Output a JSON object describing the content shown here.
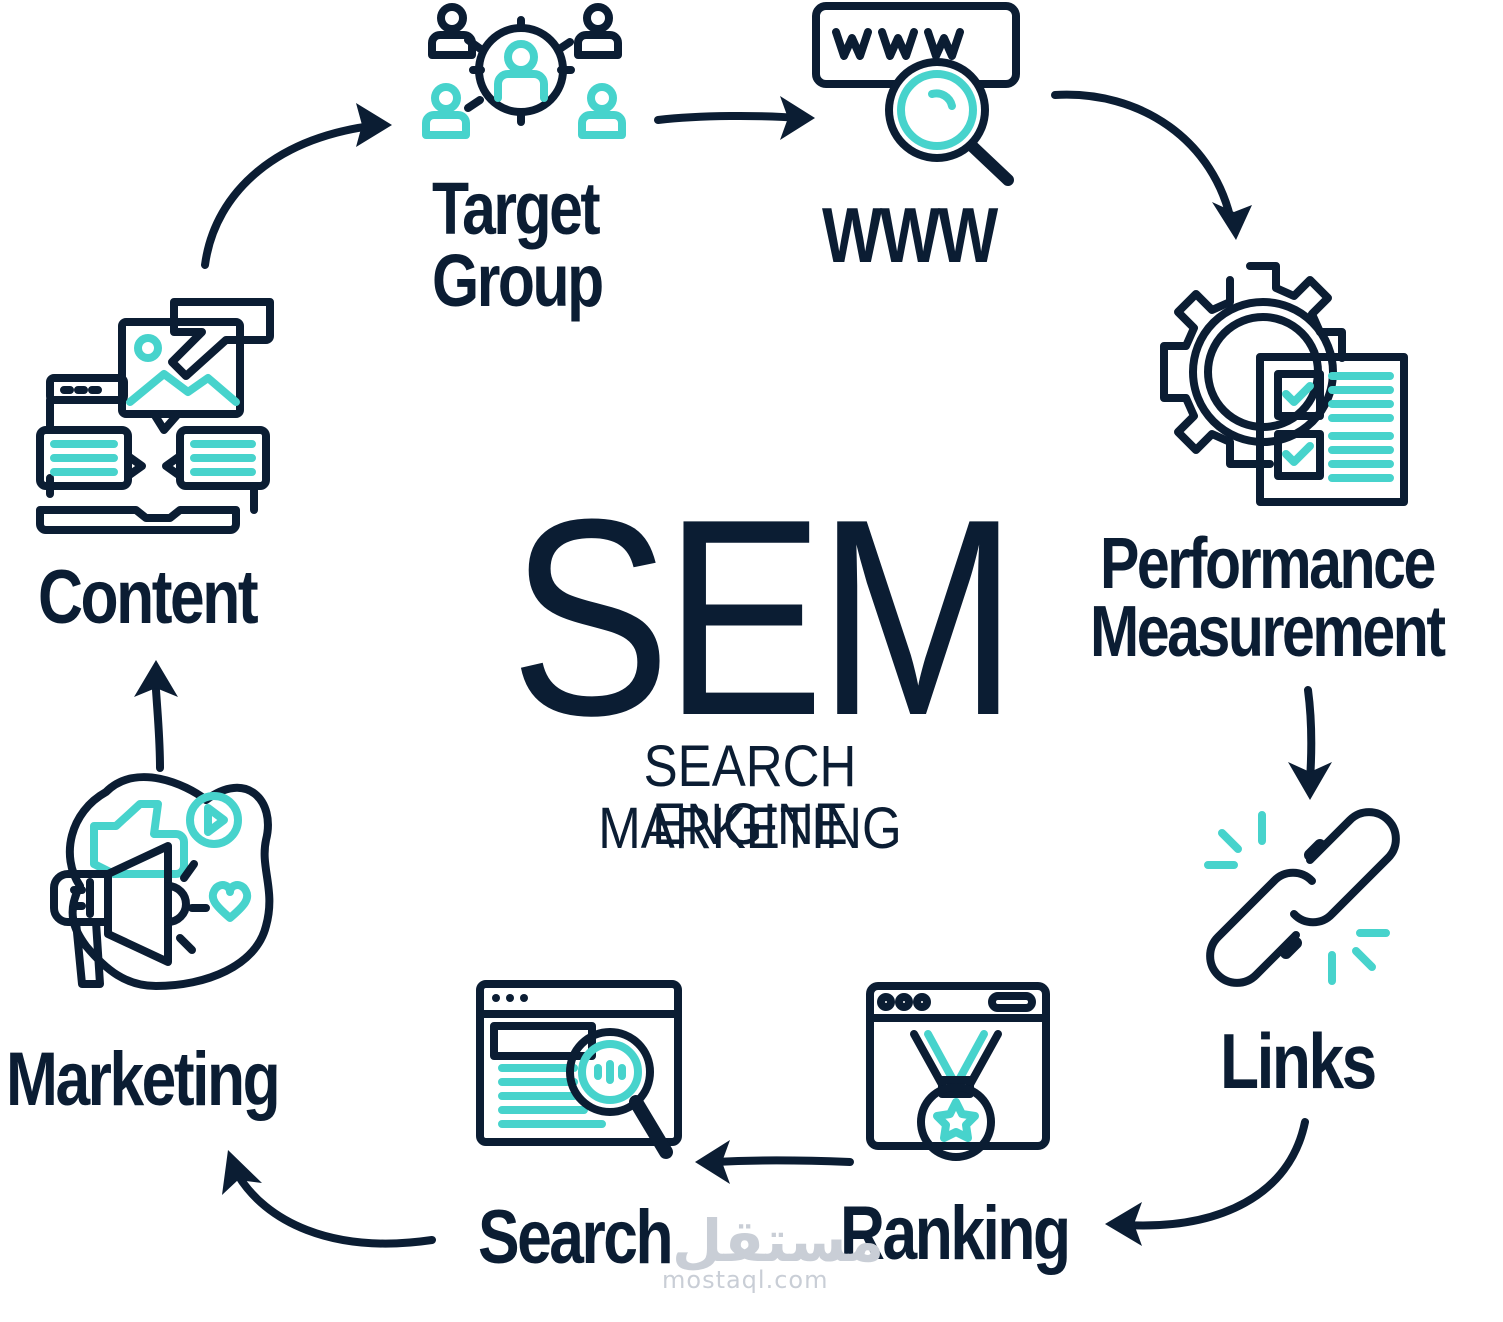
{
  "center": {
    "title": "SEM",
    "subtitle_line1": "SEARCH ENGINE",
    "subtitle_line2": "MARKETING"
  },
  "steps": [
    {
      "id": "target-group",
      "line1": "Target",
      "line2": "Group",
      "icon": "target-group-icon"
    },
    {
      "id": "www",
      "line1": "WWW",
      "icon": "www-search-icon"
    },
    {
      "id": "performance",
      "line1": "Performance",
      "line2": "Measurement",
      "icon": "gear-checklist-icon"
    },
    {
      "id": "links",
      "line1": "Links",
      "icon": "broken-link-icon"
    },
    {
      "id": "ranking",
      "line1": "Ranking",
      "icon": "medal-browser-icon"
    },
    {
      "id": "search",
      "line1": "Search",
      "icon": "search-browser-icon"
    },
    {
      "id": "marketing",
      "line1": "Marketing",
      "icon": "megaphone-icon"
    },
    {
      "id": "content",
      "line1": "Content",
      "icon": "content-devices-icon"
    }
  ],
  "watermark": {
    "arabic": "مستقل",
    "latin": "mostaql.com"
  },
  "colors": {
    "dark": "#0b1d33",
    "accent": "#47d3cc"
  }
}
